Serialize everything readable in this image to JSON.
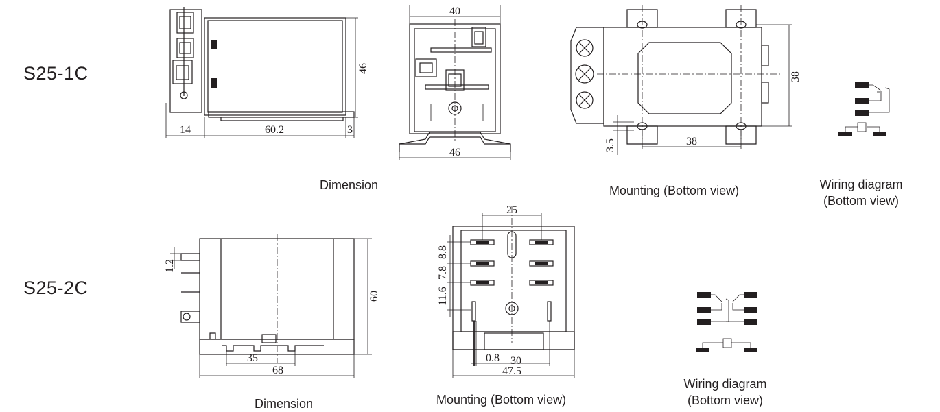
{
  "models": [
    {
      "name": "S25-1C",
      "dimension_caption": "Dimension",
      "mounting_caption": "Mounting (Bottom view)",
      "wiring_caption_line1": "Wiring diagram",
      "wiring_caption_line2": "(Bottom view)",
      "side_view": {
        "dim_left": "14",
        "dim_length": "60.2",
        "dim_right": "3",
        "dim_height": "46"
      },
      "front_view": {
        "dim_top": "40",
        "dim_bottom": "46"
      },
      "mounting_view": {
        "dim_height": "38",
        "dim_width": "38",
        "dim_offset": "3.5"
      }
    },
    {
      "name": "S25-2C",
      "dimension_caption": "Dimension",
      "mounting_caption": "Mounting (Bottom view)",
      "wiring_caption_line1": "Wiring diagram",
      "wiring_caption_line2": "(Bottom view)",
      "side_view": {
        "dim_pin": "1.2",
        "dim_height": "60",
        "dim_inner": "35",
        "dim_width": "68"
      },
      "bottom_view": {
        "dim_top": "25",
        "dim_p1": "8.8",
        "dim_p2": "7.8",
        "dim_p3": "11.6",
        "dim_pin_w": "0.8",
        "dim_span": "30",
        "dim_total": "47.5"
      }
    }
  ]
}
